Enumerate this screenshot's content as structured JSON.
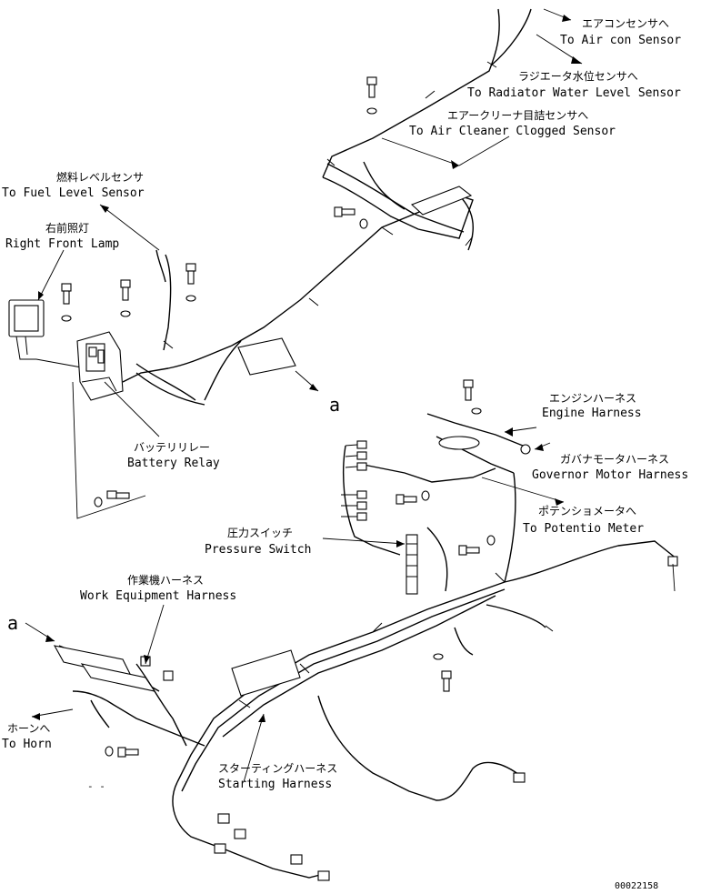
{
  "labels": {
    "aircon": {
      "jp": "エアコンセンサへ",
      "en": "To Air con Sensor"
    },
    "radiator": {
      "jp": "ラジエータ水位センサへ",
      "en": "To Radiator Water Level Sensor"
    },
    "air_cleaner": {
      "jp": "エアークリーナ目詰センサへ",
      "en": "To Air Cleaner Clogged Sensor"
    },
    "fuel_level": {
      "jp": "燃料レベルセンサ",
      "en": "To Fuel Level Sensor"
    },
    "right_front_lamp": {
      "jp": "右前照灯",
      "en": "Right Front Lamp"
    },
    "battery_relay": {
      "jp": "バッテリリレー",
      "en": "Battery Relay"
    },
    "engine_harness": {
      "jp": "エンジンハーネス",
      "en": "Engine Harness"
    },
    "governor_motor": {
      "jp": "ガバナモータハーネス",
      "en": "Governor Motor Harness"
    },
    "potentio_meter": {
      "jp": "ポテンショメータへ",
      "en": "To Potentio Meter"
    },
    "pressure_switch": {
      "jp": "圧力スイッチ",
      "en": "Pressure Switch"
    },
    "work_equipment": {
      "jp": "作業機ハーネス",
      "en": "Work Equipment Harness"
    },
    "horn": {
      "jp": "ホーンへ",
      "en": "To Horn"
    },
    "starting_harness": {
      "jp": "スターティングハーネス",
      "en": "Starting Harness"
    }
  },
  "reference_marks": {
    "a_top": "a",
    "a_left": "a"
  },
  "drawing_number": "00022158"
}
